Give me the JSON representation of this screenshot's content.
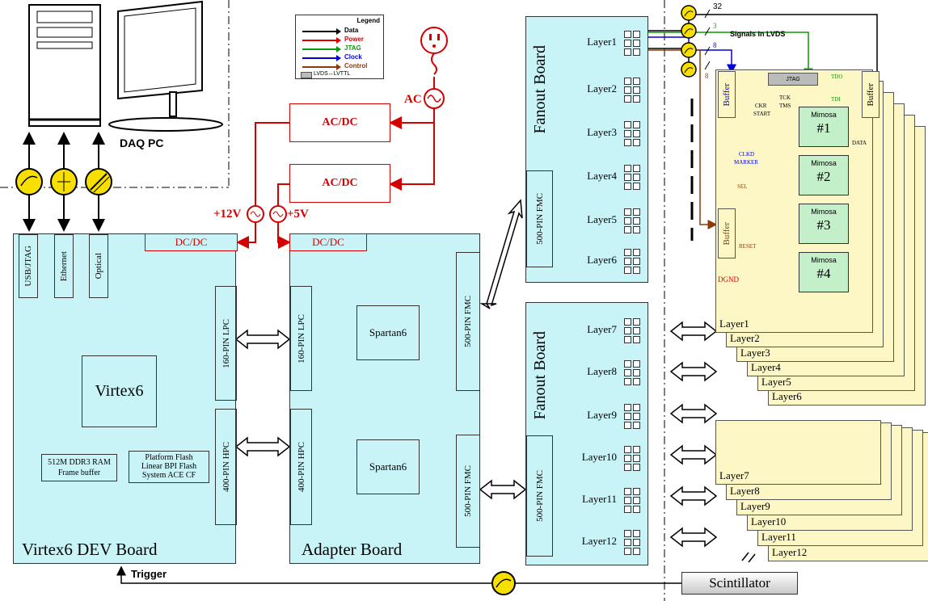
{
  "daq_pc": {
    "label": "DAQ PC"
  },
  "legend": {
    "title": "Legend",
    "items": [
      {
        "label": "Data",
        "color": "#000000"
      },
      {
        "label": "Power",
        "color": "#e00000"
      },
      {
        "label": "JTAG",
        "color": "#0a9a0a"
      },
      {
        "label": "Clock",
        "color": "#0000dd"
      },
      {
        "label": "Control",
        "color": "#8b3a0a"
      }
    ],
    "converter_label": "LVDS↔LVTTL"
  },
  "power": {
    "ac": "AC",
    "acdc_1": "AC/DC",
    "acdc_2": "AC/DC",
    "v12": "+12V",
    "v5": "+5V",
    "dcdc_1": "DC/DC",
    "dcdc_2": "DC/DC"
  },
  "dev_board": {
    "title": "Virtex6 DEV Board",
    "ports": [
      "USB/JTAG",
      "Ethernet",
      "Optical"
    ],
    "fpga": "Virtex6",
    "ram": [
      "512M DDR3 RAM",
      "Frame buffer"
    ],
    "flash": [
      "Platform Flash",
      "Linear BPI Flash",
      "System ACE CF"
    ],
    "lpc": "160-PIN LPC",
    "hpc": "400-PIN HPC",
    "trigger": "Trigger"
  },
  "adapter_board": {
    "title": "Adapter Board",
    "lpc": "160-PIN LPC",
    "hpc": "400-PIN HPC",
    "fpga_top": "Spartan6",
    "fpga_bottom": "Spartan6",
    "fmc_top": "500-PIN FMC",
    "fmc_bottom": "500-PIN FMC"
  },
  "fanout_top": {
    "title": "Fanout Board",
    "fmc": "500-PIN FMC",
    "layers": [
      "Layer1",
      "Layer2",
      "Layer3",
      "Layer4",
      "Layer5",
      "Layer6"
    ]
  },
  "fanout_bottom": {
    "title": "Fanout Board",
    "fmc": "500-PIN FMC",
    "layers": [
      "Layer7",
      "Layer8",
      "Layer9",
      "Layer10",
      "Layer11",
      "Layer12"
    ]
  },
  "detector": {
    "signals_label": "Signals in LVDS",
    "bus_widths": [
      "32",
      "3",
      "8",
      "8"
    ],
    "jtag": "JTAG",
    "buffer": "Buffer",
    "tdo": "TDO",
    "tdi": "TDI",
    "ckr": "CKR",
    "start": "START",
    "tck": "TCK",
    "tms": "TMS",
    "clkd": "CLKD",
    "marker": "MARKER",
    "sel": "SEL",
    "reset": "RESET",
    "dgnd": "DGND",
    "data": "DATA",
    "mimosa": [
      {
        "name": "Mimosa",
        "num": "#1"
      },
      {
        "name": "Mimosa",
        "num": "#2"
      },
      {
        "name": "Mimosa",
        "num": "#3"
      },
      {
        "name": "Mimosa",
        "num": "#4"
      }
    ],
    "layers_a": [
      "Layer1",
      "Layer2",
      "Layer3",
      "Layer4",
      "Layer5",
      "Layer6"
    ],
    "layers_b": [
      "Layer7",
      "Layer8",
      "Layer9",
      "Layer10",
      "Layer11",
      "Layer12"
    ]
  },
  "scintillator": {
    "label": "Scintillator"
  }
}
